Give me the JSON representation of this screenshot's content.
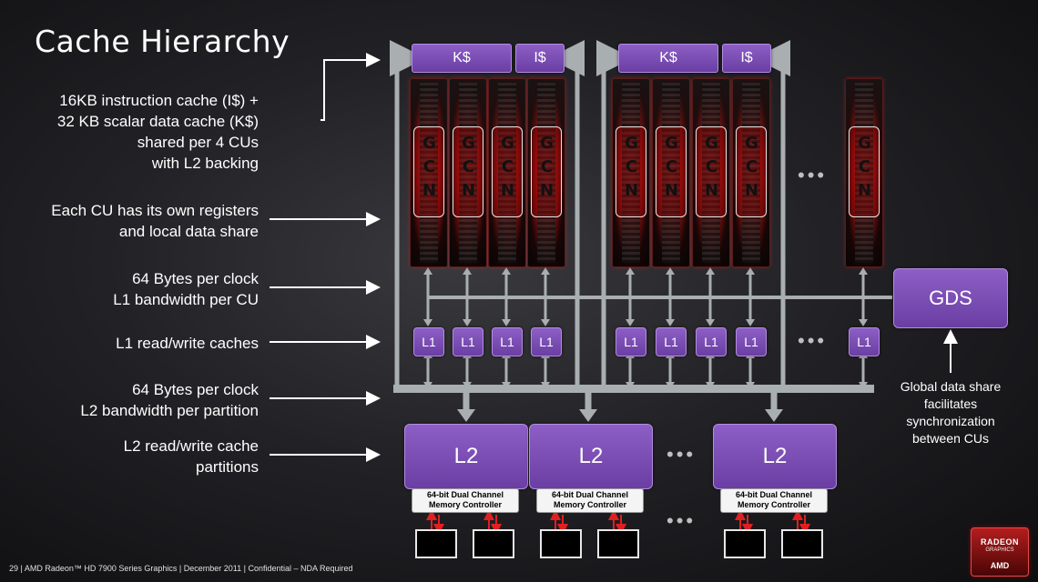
{
  "title": "Cache Hierarchy",
  "labels": {
    "instr_cache": [
      "16KB instruction cache (I$) +",
      "32 KB scalar data cache (K$)",
      "shared per 4 CUs",
      "with L2 backing"
    ],
    "registers": [
      "Each CU has its own registers",
      "and local data share"
    ],
    "l1_bandwidth": [
      "64 Bytes per clock",
      "L1 bandwidth per CU"
    ],
    "l1_caches": [
      "L1 read/write caches"
    ],
    "l2_bandwidth": [
      "64 Bytes per clock",
      "L2 bandwidth per partition"
    ],
    "l2_caches": [
      "L2 read/write cache",
      "partitions"
    ]
  },
  "blocks": {
    "kcache": "K$",
    "icache": "I$",
    "cu": "GCN",
    "l1": "L1",
    "l2": "L2",
    "gds": "GDS",
    "ellipsis": "•••",
    "memctrl": [
      "64-bit Dual Channel",
      "Memory Controller"
    ]
  },
  "gds_note": [
    "Global data share",
    "facilitates",
    "synchronization",
    "between CUs"
  ],
  "footer": "29  |  AMD Radeon™ HD 7900 Series Graphics  |  December 2011  |  Confidential – NDA Required",
  "logo": {
    "line1": "RADEON",
    "line2": "GRAPHICS",
    "line3": "AMD"
  },
  "colors": {
    "block_purple": "#7b4fb6",
    "cu_red": "#e02020",
    "wire_gray": "#a9aeb1",
    "arrow_red": "#e02020"
  }
}
